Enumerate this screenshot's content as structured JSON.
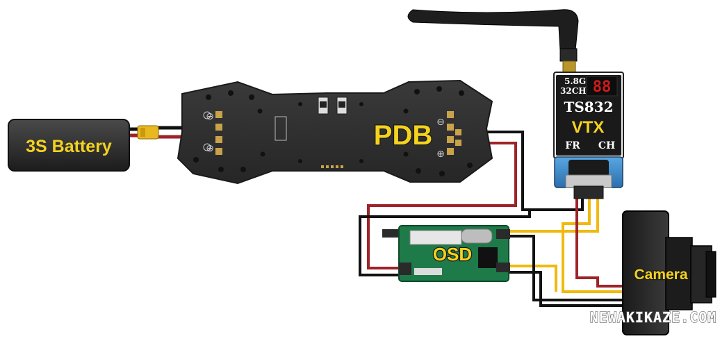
{
  "diagram": {
    "battery_label": "3S Battery",
    "pdb_label": "PDB",
    "vtx_label": "VTX",
    "osd_label": "OSD",
    "camera_label": "Camera",
    "vtx_band": "5.8G",
    "vtx_channels": "32CH",
    "vtx_model": "TS832",
    "vtx_button_left": "FR",
    "vtx_button_right": "CH",
    "vtx_display": "88",
    "watermark": "NEWAKIKAZE.COM",
    "pad_minus": "⊖",
    "pad_plus": "⊕"
  },
  "colors": {
    "wire_black": "#111111",
    "wire_red": "#9e2328",
    "wire_yellow": "#f0b90f",
    "label_yellow": "#f5d21e",
    "board": "#2e2e2e",
    "battery_box": "#2b2b2b",
    "osd_board": "#1f7a4a",
    "vtx_body": "#f2f2f2"
  }
}
